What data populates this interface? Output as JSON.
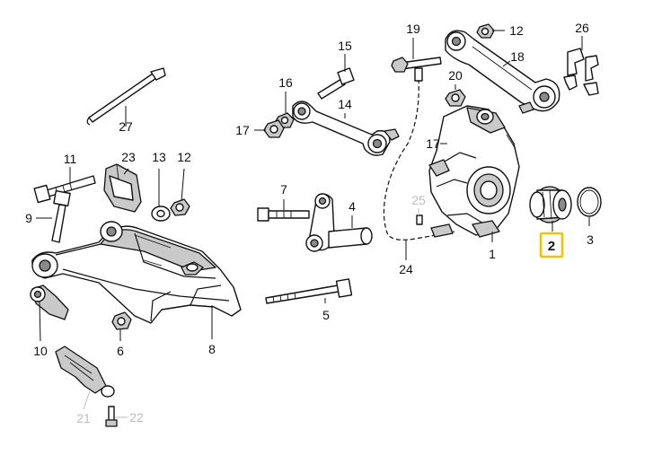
{
  "callouts": [
    {
      "id": "1",
      "label": "1"
    },
    {
      "id": "2",
      "label": "2",
      "highlighted": true
    },
    {
      "id": "3",
      "label": "3"
    },
    {
      "id": "4",
      "label": "4"
    },
    {
      "id": "5",
      "label": "5"
    },
    {
      "id": "6",
      "label": "6"
    },
    {
      "id": "7",
      "label": "7"
    },
    {
      "id": "8",
      "label": "8"
    },
    {
      "id": "9",
      "label": "9"
    },
    {
      "id": "10",
      "label": "10"
    },
    {
      "id": "11",
      "label": "11"
    },
    {
      "id": "12a",
      "label": "12"
    },
    {
      "id": "12b",
      "label": "12"
    },
    {
      "id": "13",
      "label": "13"
    },
    {
      "id": "14",
      "label": "14"
    },
    {
      "id": "15",
      "label": "15"
    },
    {
      "id": "16",
      "label": "16"
    },
    {
      "id": "17a",
      "label": "17"
    },
    {
      "id": "17b",
      "label": "17"
    },
    {
      "id": "18",
      "label": "18"
    },
    {
      "id": "19",
      "label": "19"
    },
    {
      "id": "20",
      "label": "20"
    },
    {
      "id": "21",
      "label": "21",
      "greyed": true
    },
    {
      "id": "22",
      "label": "22",
      "greyed": true
    },
    {
      "id": "23",
      "label": "23"
    },
    {
      "id": "24",
      "label": "24"
    },
    {
      "id": "25",
      "label": "25",
      "greyed": true
    },
    {
      "id": "26",
      "label": "26"
    },
    {
      "id": "27",
      "label": "27"
    }
  ],
  "colors": {
    "line": "#111111",
    "greyed": "#bdbdbd",
    "highlight": "#f2c300",
    "shade": "#c9c9c9"
  }
}
